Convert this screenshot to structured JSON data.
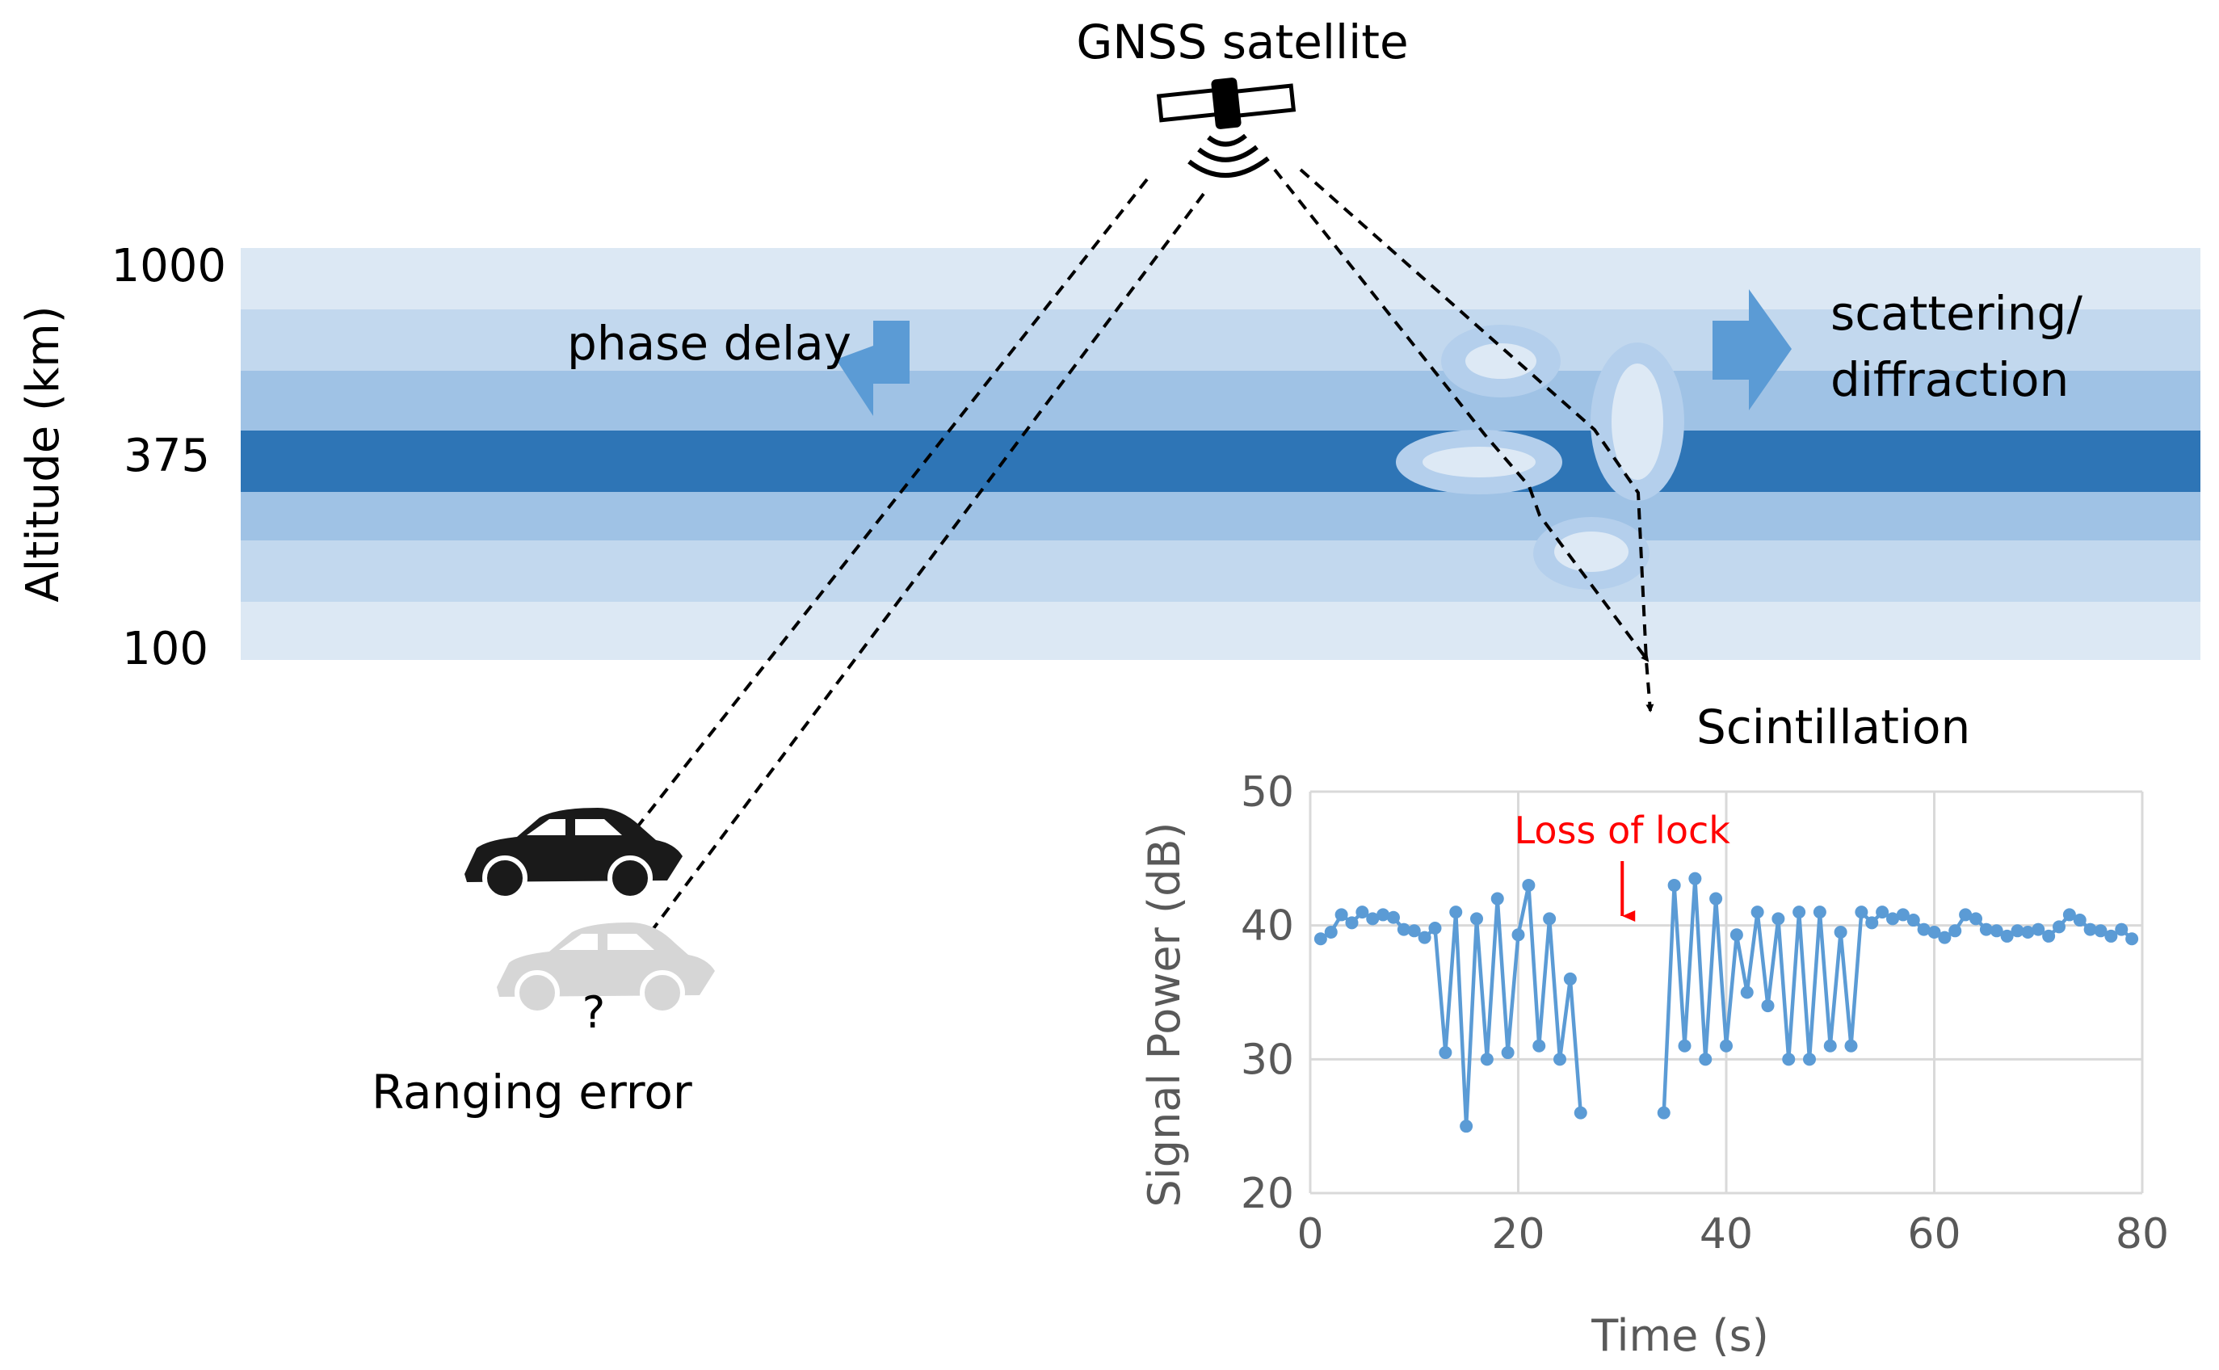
{
  "satellite": {
    "label": "GNSS satellite"
  },
  "altitude_axis": {
    "label": "Altitude (km)",
    "ticks": [
      "1000",
      "375",
      "100"
    ]
  },
  "effects": {
    "phase_delay": "phase delay",
    "scattering": {
      "line1": "scattering/",
      "line2": "diffraction"
    },
    "scintillation": "Scintillation"
  },
  "receiver": {
    "question_mark": "?",
    "ranging_error": "Ranging error"
  },
  "colors": {
    "layer_light": "#dce8f4",
    "layer_mid1": "#c2d8ee",
    "layer_mid2": "#9fc2e5",
    "layer_peak": "#2e75b6",
    "arrow": "#5b9bd5",
    "irregularity_outer": "#b4cfec",
    "irregularity_inner": "#dde9f5",
    "series": "#5b9bd5",
    "annotation": "#ff0000"
  },
  "chart_data": {
    "type": "line",
    "title": "",
    "xlabel": "Time (s)",
    "ylabel": "Signal Power (dB)",
    "xlim": [
      0,
      80
    ],
    "ylim": [
      20,
      50
    ],
    "xticks": [
      "0",
      "20",
      "40",
      "60",
      "80"
    ],
    "yticks": [
      "20",
      "30",
      "40",
      "50"
    ],
    "grid": true,
    "annotation": {
      "text": "Loss of lock",
      "x": 30
    },
    "segments": [
      {
        "x": [
          1,
          2,
          3,
          4,
          5,
          6,
          7,
          8,
          9,
          10,
          11,
          12,
          13,
          14,
          15,
          16,
          17,
          18,
          19,
          20,
          21,
          22,
          23,
          24,
          25,
          26
        ],
        "y": [
          39,
          39.5,
          40.8,
          40.2,
          41,
          40.5,
          40.8,
          40.6,
          39.7,
          39.6,
          39.1,
          39.8,
          30.5,
          41,
          25,
          40.5,
          30,
          42,
          30.5,
          39.3,
          43,
          31,
          40.5,
          30,
          36,
          26
        ]
      },
      {
        "x": [
          34,
          35,
          36,
          37,
          38,
          39,
          40,
          41,
          42,
          43,
          44,
          45,
          46,
          47,
          48,
          49,
          50,
          51,
          52,
          53,
          54,
          55,
          56,
          57,
          58,
          59,
          60,
          61,
          62,
          63,
          64,
          65,
          66,
          67,
          68,
          69,
          70,
          71,
          72,
          73,
          74,
          75,
          76,
          77,
          78,
          79
        ],
        "y": [
          26,
          43,
          31,
          43.5,
          30,
          42,
          31,
          39.3,
          35,
          41,
          34,
          40.5,
          30,
          41,
          30,
          41,
          31,
          39.5,
          31,
          41,
          40.2,
          41,
          40.5,
          40.8,
          40.4,
          39.7,
          39.5,
          39.1,
          39.6,
          40.8,
          40.5,
          39.7,
          39.6,
          39.2,
          39.6,
          39.5,
          39.7,
          39.2,
          39.9,
          40.8,
          40.4,
          39.7,
          39.6,
          39.2,
          39.7,
          39
        ]
      }
    ]
  }
}
